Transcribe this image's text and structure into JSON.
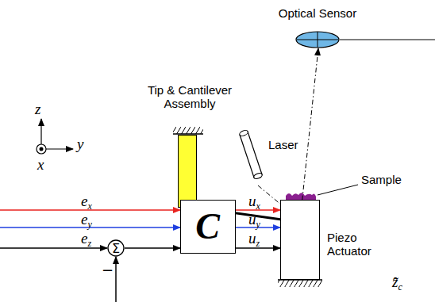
{
  "diagram": {
    "nodes": [
      {
        "text": [
          "Optical Sensor"
        ]
      },
      {
        "text": [
          "Tip & Cantilever Assembly"
        ]
      },
      {
        "text": [
          "Laser"
        ]
      },
      {
        "text": [
          "Σ"
        ]
      },
      {
        "text": [
          "C"
        ]
      },
      {
        "text": [
          "Piezo Actuator"
        ]
      }
    ],
    "edges": [
      {
        "from": 4,
        "to": 5,
        "arrow": "to",
        "label": "ux"
      },
      {
        "from": 4,
        "to": 5,
        "arrow": "to",
        "label": "uy"
      },
      {
        "from": 4,
        "to": 5,
        "arrow": "to",
        "label": "uz"
      },
      {
        "from": 3,
        "to": 4,
        "arrow": "to"
      },
      {
        "from": 2,
        "to": 0,
        "arrow": "to"
      }
    ],
    "labels": [
      "z",
      "y",
      "x",
      "ex",
      "ey",
      "ez",
      "−",
      "Sample",
      "z̃̂c"
    ]
  }
}
